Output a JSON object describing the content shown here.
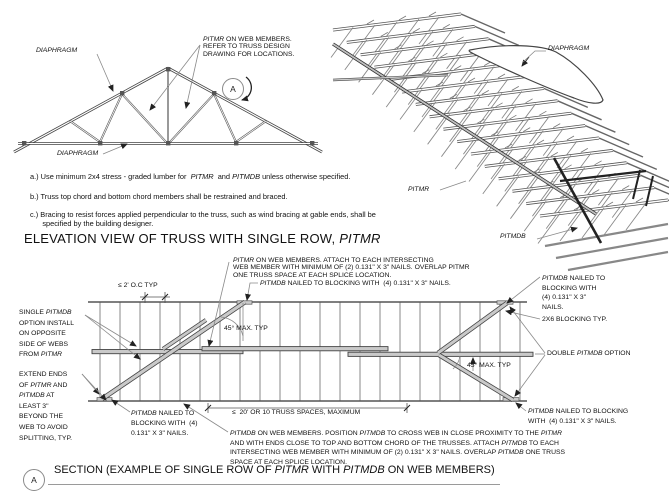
{
  "elevation": {
    "diaphragm_top": "DIAPHRAGM",
    "diaphragm_bottom": "DIAPHRAGM",
    "pitmr_note": [
      "*PITMR* ON WEB MEMBERS.",
      "REFER TO TRUSS DESIGN",
      "DRAWING FOR LOCATIONS."
    ],
    "section_marker": "A",
    "title": [
      "ELEVATION VIEW OF TRUSS WITH SINGLE ROW, *PITMR*"
    ]
  },
  "perspective": {
    "diaphragm": "DIAPHRAGM",
    "pitmr": "PITMR",
    "pitmdb": "PITMDB"
  },
  "notes": [
    [
      "a.) Use minimum 2x4 stress - graded lumber for  *PITMR*  and *PITMDB* unless otherwise specified."
    ],
    [
      "b.) Truss top chord and bottom chord members shall be restrained and braced."
    ],
    [
      "c.) Bracing to resist forces applied perpendicular to the truss, such as wind bracing at gable ends, shall be",
      "      specified by the building designer."
    ]
  ],
  "section": {
    "dim_spacing": [
      "≤ 2' O.C TYP"
    ],
    "pitmr_web_note": [
      "*PITMR* ON WEB MEMBERS. ATTACH TO EACH INTERSECTING",
      "WEB MEMBER WITH MINIMUM OF (2) 0.131\" X 3\" NAILS. OVERLAP PITMR",
      "ONE TRUSS SPACE AT EACH SPLICE LOCATION."
    ],
    "pitmdb_blocking_top": [
      "*PITMDB* NAILED TO BLOCKING WITH  (4) 0.131\" X 3\" NAILS."
    ],
    "pitmdb_blocking_right": [
      "*PITMDB* NAILED TO",
      "BLOCKING WITH",
      "(4) 0.131\" X 3\"",
      "NAILS."
    ],
    "blocking_2x6": [
      "2X6 BLOCKING TYP."
    ],
    "double_pitmdb": [
      "DOUBLE *PITMDB* OPTION"
    ],
    "angle_left": [
      "45° MAX. TYP"
    ],
    "angle_right": [
      "45° MAX. TYP"
    ],
    "single_pitmdb": [
      "SINGLE *PITMDB*",
      "OPTION INSTALL",
      "ON OPPOSITE",
      "SIDE OF WEBS",
      "FROM *PITMR*"
    ],
    "extend_ends": [
      "EXTEND ENDS",
      "OF *PITMR* AND",
      "*PITMDB* AT",
      "LEAST 3\"",
      "BEYOND THE",
      "WEB TO AVOID",
      "SPLITTING, TYP."
    ],
    "pitmdb_blocking_bl": [
      "*PITMDB* NAILED TO",
      "BLOCKING WITH  (4)",
      "0.131\" X 3\" NAILS."
    ],
    "dim_length": [
      "≤  20' OR 10 TRUSS SPACES, MAXIMUM"
    ],
    "pitmdb_web_note": [
      "*PITMDB* ON WEB MEMBERS. POSITION *PITMDB* TO CROSS WEB IN CLOSE PROXIMITY TO THE *PITMR*",
      "AND WITH ENDS CLOSE TO TOP AND BOTTOM CHORD OF THE TRUSSES. ATTACH *PITMDB* TO EACH",
      "INTERSECTING WEB MEMBER WITH MINIMUM OF (2) 0.131\" X 3\" NAILS. OVERLAP *PITMDB* ONE TRUSS",
      "SPACE AT EACH SPLICE LOCATION."
    ],
    "pitmdb_blocking_br": [
      "*PITMDB* NAILED TO BLOCKING",
      "WITH  (4) 0.131\" X 3\" NAILS."
    ],
    "marker": "A",
    "title": [
      "SECTION (EXAMPLE OF SINGLE ROW OF *PITMR* WITH *PITMDB* ON WEB MEMBERS)"
    ]
  }
}
